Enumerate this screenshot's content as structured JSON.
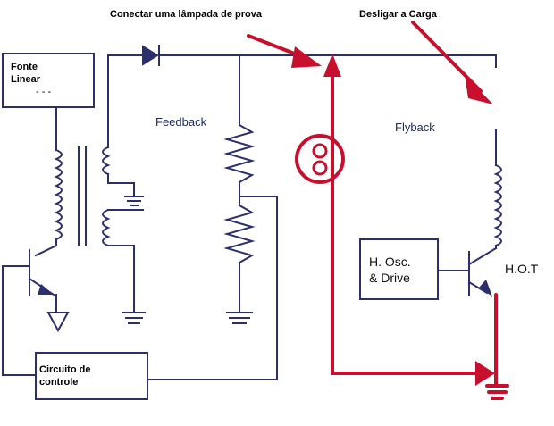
{
  "annotations": {
    "lamp": "Conectar uma lâmpada de prova",
    "load": "Desligar a Carga"
  },
  "labels": {
    "feedback": "Feedback",
    "flyback": "Flyback",
    "hot": "H.O.T"
  },
  "blocks": {
    "power_supply": {
      "line1": "Fonte",
      "line2": "Linear",
      "line3": "- - -"
    },
    "control": {
      "line1": "Circuito de",
      "line2": "controle"
    },
    "oscillator": {
      "line1": "H. Osc.",
      "line2": "& Drive"
    }
  },
  "colors": {
    "wire": "#2b2f6b",
    "highlight": "#c8102e",
    "text": "#000000"
  }
}
